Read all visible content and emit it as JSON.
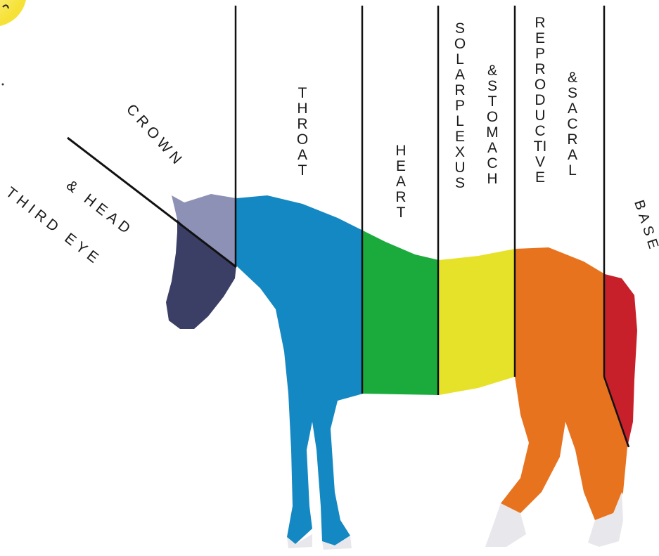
{
  "labels": {
    "crown": "CROWN",
    "third_eye_head": "& HEAD",
    "third_eye": "THIRD EYE",
    "throat": "THROAT",
    "heart": "HEART",
    "solar_plexus": "SOLAR PLEXUS",
    "stomach": "& STOMACH",
    "reproductive": "REPRODUCTIVE",
    "sacral": "& SACRAL",
    "base": "BASE"
  },
  "colors": {
    "head": "#8c91b5",
    "muzzle": "#3b3f66",
    "throat": "#1488c2",
    "heart": "#1aab3c",
    "solar_plexus": "#e6e22a",
    "reproductive": "#e8731f",
    "base": "#c8202a",
    "hooves": "#e8e8ec",
    "sun": "#f6e237"
  }
}
